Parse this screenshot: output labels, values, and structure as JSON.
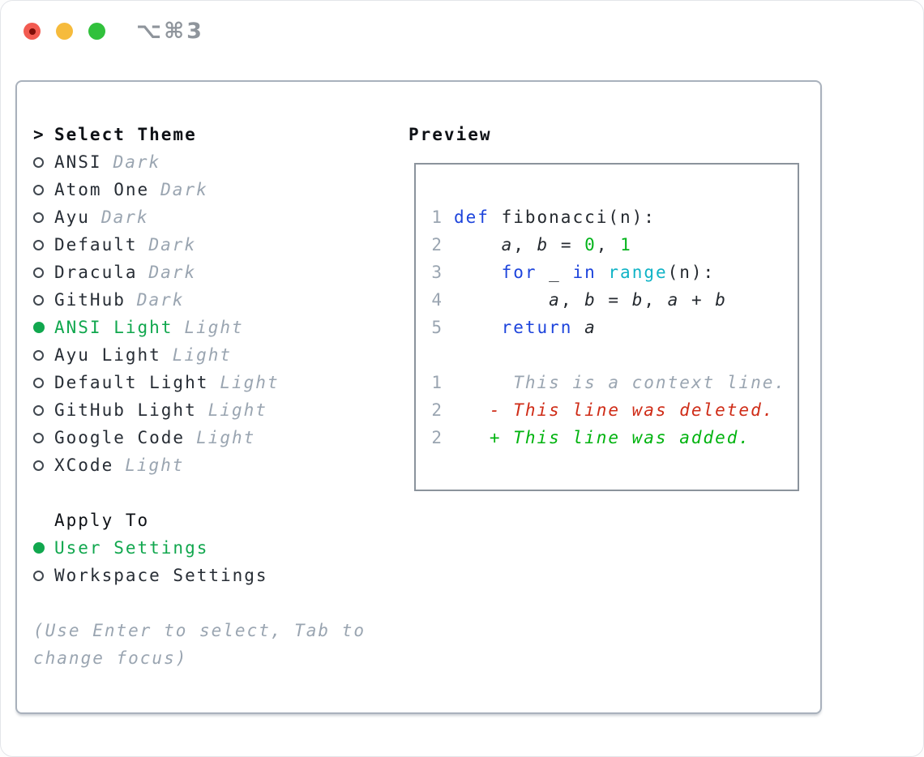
{
  "titlebar": {
    "shortcut": "⌥⌘3"
  },
  "theme_panel": {
    "title": "Select Theme",
    "cursor": ">",
    "themes": [
      {
        "name": "ANSI",
        "variant": "Dark",
        "selected": false
      },
      {
        "name": "Atom One",
        "variant": "Dark",
        "selected": false
      },
      {
        "name": "Ayu",
        "variant": "Dark",
        "selected": false
      },
      {
        "name": "Default",
        "variant": "Dark",
        "selected": false
      },
      {
        "name": "Dracula",
        "variant": "Dark",
        "selected": false
      },
      {
        "name": "GitHub",
        "variant": "Dark",
        "selected": false
      },
      {
        "name": "ANSI Light",
        "variant": "Light",
        "selected": true
      },
      {
        "name": "Ayu Light",
        "variant": "Light",
        "selected": false
      },
      {
        "name": "Default Light",
        "variant": "Light",
        "selected": false
      },
      {
        "name": "GitHub Light",
        "variant": "Light",
        "selected": false
      },
      {
        "name": "Google Code",
        "variant": "Light",
        "selected": false
      },
      {
        "name": "XCode",
        "variant": "Light",
        "selected": false
      }
    ],
    "apply_to": {
      "title": "Apply To",
      "options": [
        {
          "label": "User Settings",
          "selected": true
        },
        {
          "label": "Workspace Settings",
          "selected": false
        }
      ]
    },
    "help_lines": [
      "(Use Enter to select, Tab to",
      "change focus)"
    ]
  },
  "preview": {
    "title": "Preview",
    "lines": [
      {
        "n": "1",
        "segs": [
          {
            "t": "def",
            "c": "kw"
          },
          {
            "t": " fibonacci(n):",
            "c": "fg"
          }
        ]
      },
      {
        "n": "2",
        "segs": [
          {
            "t": "    ",
            "c": "fg"
          },
          {
            "t": "a",
            "c": "var"
          },
          {
            "t": ", ",
            "c": "fg"
          },
          {
            "t": "b",
            "c": "var"
          },
          {
            "t": " = ",
            "c": "fg"
          },
          {
            "t": "0",
            "c": "num"
          },
          {
            "t": ", ",
            "c": "fg"
          },
          {
            "t": "1",
            "c": "num"
          }
        ]
      },
      {
        "n": "3",
        "segs": [
          {
            "t": "    ",
            "c": "fg"
          },
          {
            "t": "for",
            "c": "kw"
          },
          {
            "t": " _ ",
            "c": "fg"
          },
          {
            "t": "in",
            "c": "kw"
          },
          {
            "t": " ",
            "c": "fg"
          },
          {
            "t": "range",
            "c": "builtin"
          },
          {
            "t": "(n):",
            "c": "fg"
          }
        ]
      },
      {
        "n": "4",
        "segs": [
          {
            "t": "        ",
            "c": "fg"
          },
          {
            "t": "a",
            "c": "var"
          },
          {
            "t": ", ",
            "c": "fg"
          },
          {
            "t": "b",
            "c": "var"
          },
          {
            "t": " = ",
            "c": "fg"
          },
          {
            "t": "b",
            "c": "var"
          },
          {
            "t": ", ",
            "c": "fg"
          },
          {
            "t": "a",
            "c": "var"
          },
          {
            "t": " + ",
            "c": "fg"
          },
          {
            "t": "b",
            "c": "var"
          }
        ]
      },
      {
        "n": "5",
        "segs": [
          {
            "t": "    ",
            "c": "fg"
          },
          {
            "t": "return",
            "c": "kw"
          },
          {
            "t": " ",
            "c": "fg"
          },
          {
            "t": "a",
            "c": "var"
          }
        ]
      },
      {
        "n": "",
        "segs": []
      },
      {
        "n": "1",
        "segs": [
          {
            "t": "     This is a context line.",
            "c": "ctx"
          }
        ]
      },
      {
        "n": "2",
        "segs": [
          {
            "t": "   - This line was deleted.",
            "c": "del"
          }
        ]
      },
      {
        "n": "2",
        "segs": [
          {
            "t": "   + This line was added.",
            "c": "add"
          }
        ]
      }
    ]
  },
  "colors": {
    "kw": "#1d44dc",
    "builtin": "#10b3c6",
    "num": "#04b41c",
    "add": "#00b30f",
    "del": "#cf2c17",
    "ctx": "#9aa5b1",
    "fg": "#24292f",
    "muted": "#9aa5b1",
    "green": "#11a74e",
    "border_outer": "#a9b1bc",
    "border_preview": "#8b939c",
    "tl_red": "#f25b51",
    "tl_red_dot": "#7f0e08",
    "tl_yellow": "#f6bb3c",
    "tl_green": "#31c13c",
    "titlebar_text": "#8f959c"
  }
}
